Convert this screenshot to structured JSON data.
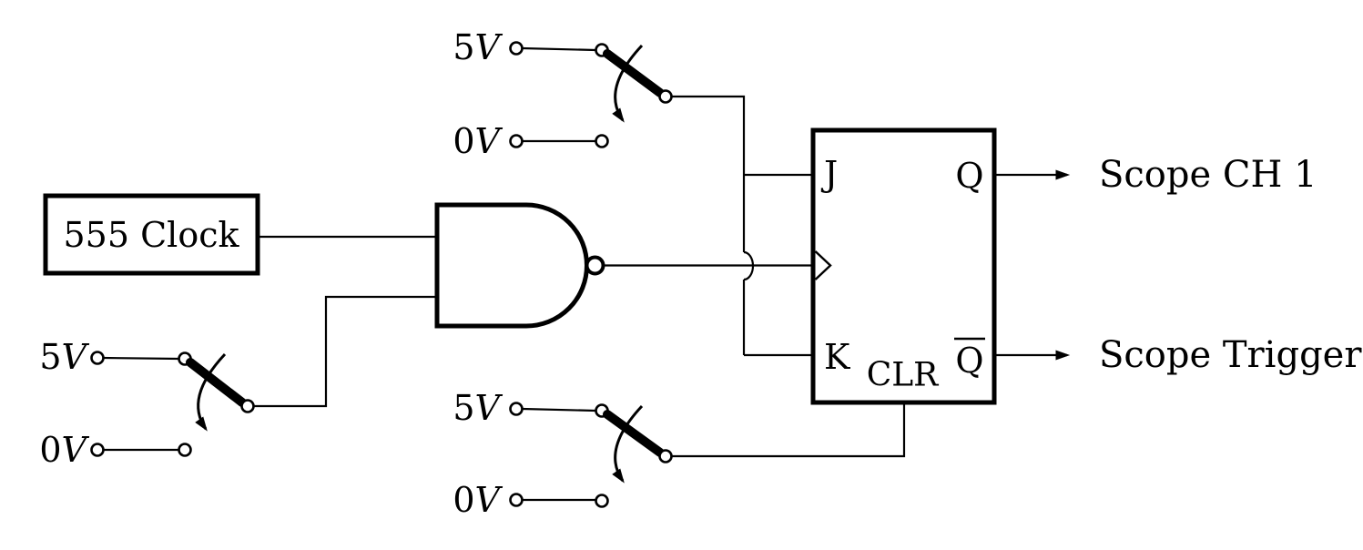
{
  "clock": {
    "label": "555 Clock"
  },
  "flip_flop": {
    "j": "J",
    "k": "K",
    "q": "Q",
    "qbar": "Q",
    "clr": "CLR"
  },
  "outputs": {
    "q_label": "Scope CH 1",
    "qbar_label": "Scope Trigger"
  },
  "switches": {
    "jk": {
      "high": {
        "value": "5",
        "unit": "V"
      },
      "low": {
        "value": "0",
        "unit": "V"
      }
    },
    "gate": {
      "high": {
        "value": "5",
        "unit": "V"
      },
      "low": {
        "value": "0",
        "unit": "V"
      }
    },
    "clr": {
      "high": {
        "value": "5",
        "unit": "V"
      },
      "low": {
        "value": "0",
        "unit": "V"
      }
    }
  },
  "colors": {
    "ink": "#000000",
    "background": "#ffffff"
  }
}
